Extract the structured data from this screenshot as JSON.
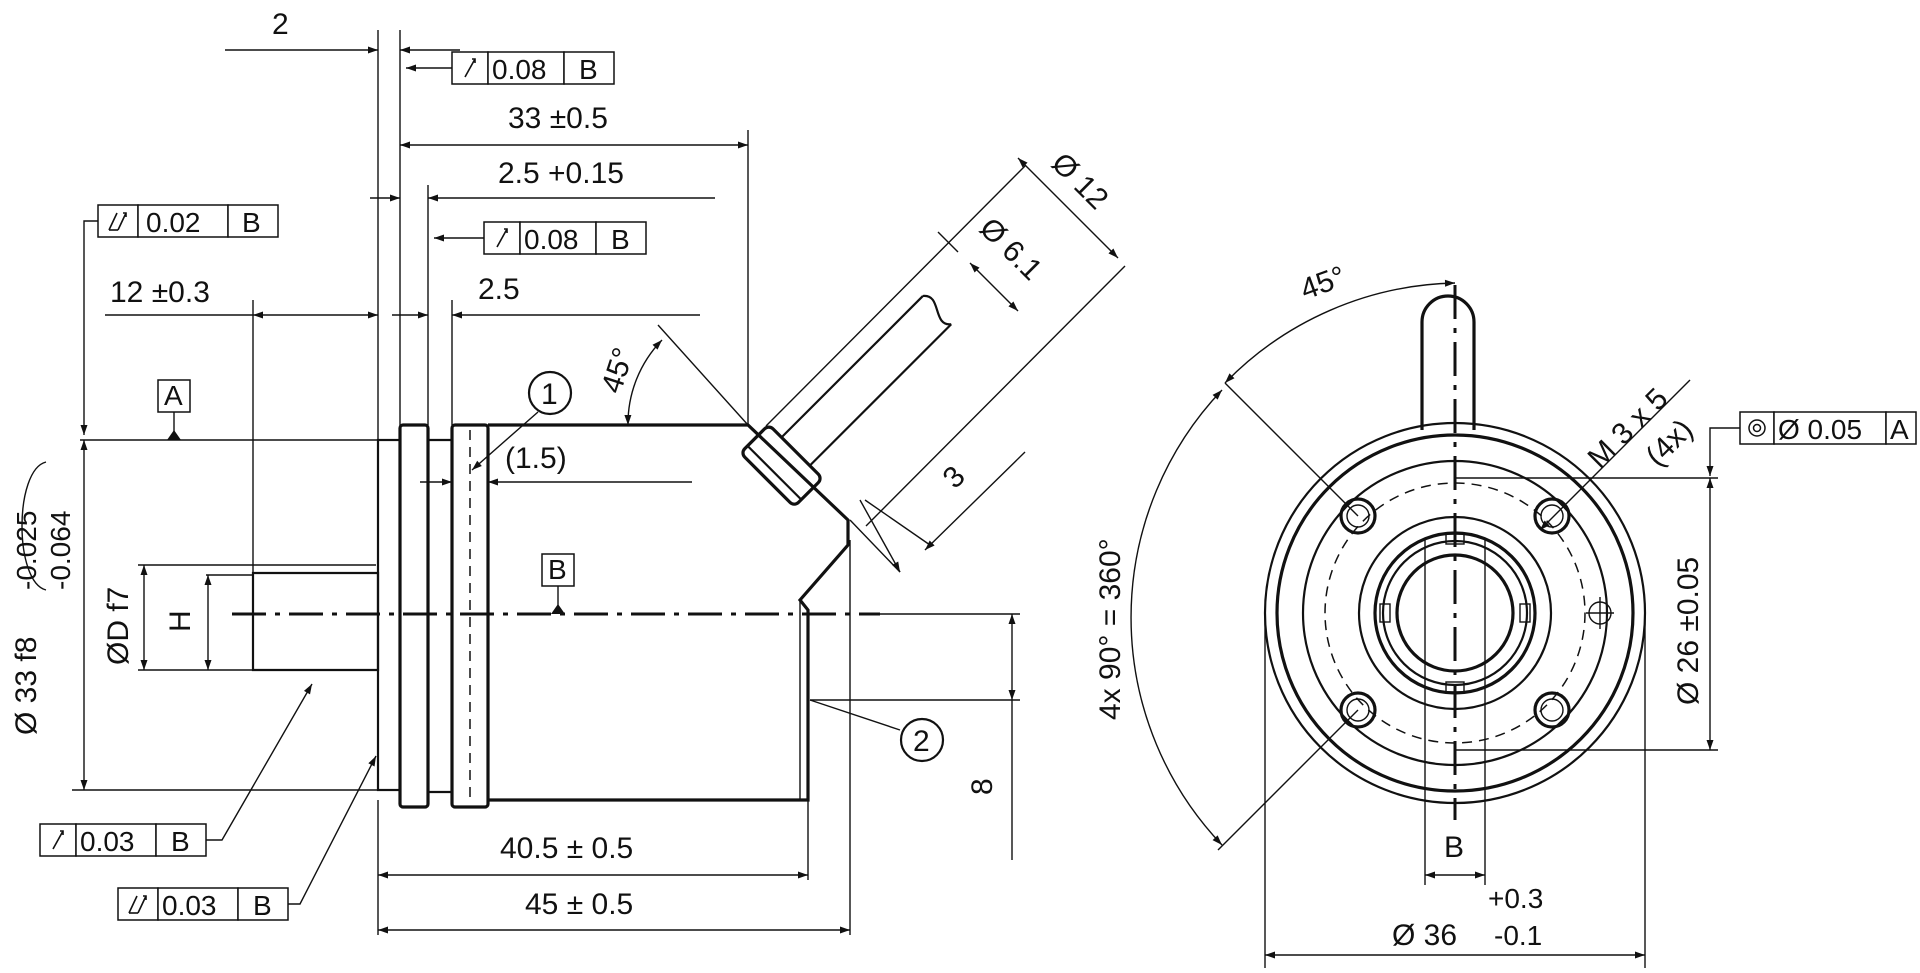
{
  "dimensions": {
    "d_2": "2",
    "runout_top_tol": "0.08",
    "runout_top_ref": "B",
    "len_33": "33 ±0.5",
    "len_2_5_tol": "2.5 +0.15",
    "runout_mid_tol": "0.08",
    "runout_mid_ref": "B",
    "tirunout_tol": "0.02",
    "tirunout_ref": "B",
    "len_12": "12 ±0.3",
    "len_2_5": "2.5",
    "datum_a": "A",
    "angle_45_side": "45°",
    "callout_1": "1",
    "len_1_5": "(1.5)",
    "dia_33_main": "Ø 33 f8",
    "dia_33_tol_upper": "-0.025",
    "dia_33_tol_lower": "-0.064",
    "dia_d": "ØD f7",
    "h_label": "H",
    "datum_b_side": "B",
    "callout_2": "2",
    "len_8": "8",
    "len_40_5": "40.5 ± 0.5",
    "len_45": "45 ± 0.5",
    "runout_bl_tol": "0.03",
    "runout_bl_ref": "B",
    "tirunout_bl_tol": "0.03",
    "tirunout_bl_ref": "B",
    "dia_12": "Ø 12",
    "dia_6_1": "Ø 6.1",
    "len_3": "3",
    "angle_45_front": "45°",
    "angle_4x90": "4x 90° = 360°",
    "thread": "M 3 x 5",
    "thread_count": "(4x)",
    "pos_tol": "Ø 0.05",
    "pos_ref": "A",
    "dia_26": "Ø 26 ±0.05",
    "datum_b_front": "B",
    "dia_36": "Ø 36",
    "dia_36_tol_upper": "+0.3",
    "dia_36_tol_lower": "-0.1"
  },
  "symbols": {
    "runout": "runout-symbol",
    "total_runout": "total-runout-symbol",
    "position": "position-symbol",
    "datum_triangle": "datum-triangle"
  }
}
